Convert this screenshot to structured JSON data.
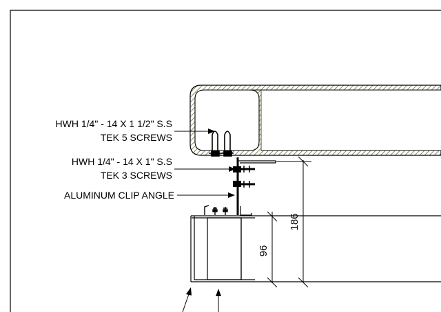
{
  "drawing": {
    "callouts": [
      "HWH 1/4\" - 14 X 1 1/2\" S.S",
      "TEK 5 SCREWS",
      "HWH 1/4\" - 14 X 1\" S.S",
      "TEK 3 SCREWS",
      "ALUMINUM CLIP ANGLE"
    ],
    "dimensions": {
      "overall": "186",
      "bottom": "96"
    }
  }
}
